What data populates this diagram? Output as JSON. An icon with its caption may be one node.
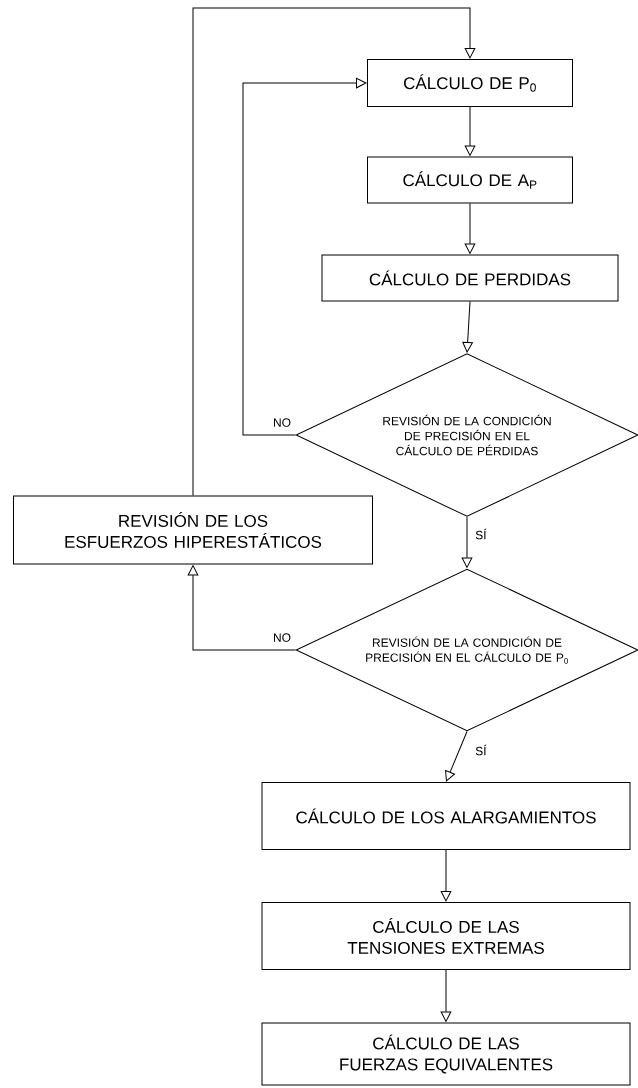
{
  "diagram": {
    "nodes": [
      {
        "text": [
          "CÁLCULO DE P$_{0}$"
        ]
      },
      {
        "text": [
          "CÁLCULO DE A$_{P}$"
        ]
      },
      {
        "text": [
          "CÁLCULO DE PERDIDAS"
        ]
      },
      {
        "text": [
          "REVISIÓN DE LA CONDICIÓN DE PRECISIÓN EN EL CÁLCULO DE PÉRDIDAS"
        ]
      },
      {
        "text": [
          "REVISIÓN DE LOS ESFUERZOS HIPERESTÁTICOS"
        ]
      },
      {
        "text": [
          "REVISIÓN DE LA CONDICIÓN DE PRECISIÓN EN EL CÁLCULO DE P$_{0}$"
        ]
      },
      {
        "text": [
          "CÁLCULO DE LOS ALARGAMIENTOS"
        ]
      },
      {
        "text": [
          "CÁLCULO DE LAS TENSIONES EXTREMAS"
        ]
      },
      {
        "text": [
          "CÁLCULO DE LAS FUERZAS EQUIVALENTES"
        ]
      }
    ],
    "edges": [
      {
        "from": 4,
        "to": 0,
        "arrow": "to"
      },
      {
        "from": 0,
        "to": 1,
        "arrow": "to"
      },
      {
        "from": 1,
        "to": 2,
        "arrow": "to"
      },
      {
        "from": 2,
        "to": 3,
        "arrow": "to"
      },
      {
        "from": 3,
        "to": 0,
        "arrow": "to",
        "label": "NO"
      },
      {
        "from": 3,
        "to": 5,
        "arrow": "to",
        "label": "SÍ"
      },
      {
        "from": 5,
        "to": 4,
        "arrow": "to",
        "label": "NO"
      },
      {
        "from": 5,
        "to": 6,
        "arrow": "to",
        "label": "SÍ"
      },
      {
        "from": 6,
        "to": 7,
        "arrow": "to"
      },
      {
        "from": 7,
        "to": 8,
        "arrow": "to"
      }
    ]
  }
}
